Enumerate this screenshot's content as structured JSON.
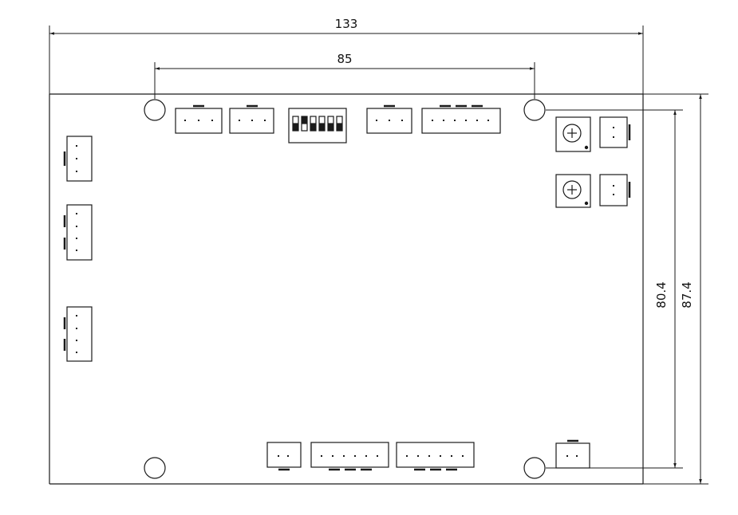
{
  "dimensions": {
    "overall_width": "133",
    "hole_spacing_x": "85",
    "hole_spacing_y": "80.4",
    "overall_height": "87.4"
  },
  "colors": {
    "line": "#1a1a1a",
    "background": "#ffffff"
  },
  "components": {
    "mounting_holes": 4,
    "top_connectors": [
      3,
      3,
      3,
      6
    ],
    "left_connectors": [
      3,
      4,
      4
    ],
    "bottom_connectors": [
      2,
      6,
      6,
      2
    ],
    "right_connectors": [
      2,
      2
    ],
    "dip_switch_positions": 6,
    "potentiometers": 2
  }
}
